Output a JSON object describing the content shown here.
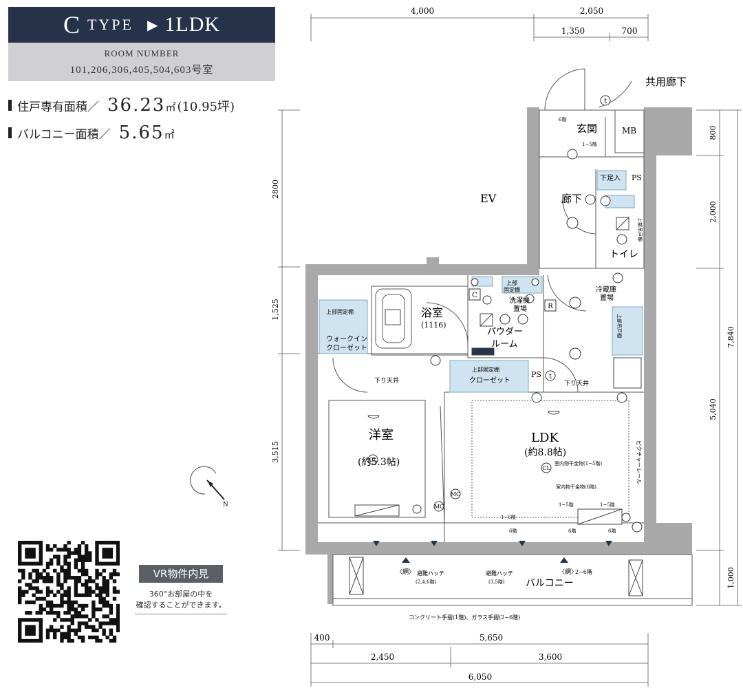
{
  "header": {
    "type_letter": "C",
    "type_word": "TYPE",
    "arrow": "▶",
    "layout": "1LDK",
    "room_number_label": "ROOM NUMBER",
    "room_numbers": "101,206,306,405,504,603号室"
  },
  "areas": {
    "private_label": "住戸専有面積／",
    "private_value": "36.23",
    "private_unit": "㎡",
    "private_tsubo": "(10.95坪)",
    "balcony_label": "バルコニー面積／",
    "balcony_value": "5.65",
    "balcony_unit": "㎡"
  },
  "vr": {
    "label": "VR物件内見",
    "desc_line1": "360°お部屋の中を",
    "desc_line2": "確認することができます。"
  },
  "dimensions": {
    "top_total_left": "4,000",
    "top_total_right": "2,050",
    "top_sub_1": "1,350",
    "top_sub_2": "700",
    "left_1": "2800",
    "left_2": "1,525",
    "left_3": "3,515",
    "right_1": "800",
    "right_2": "2,000",
    "right_3": "5,040",
    "right_4": "1,000",
    "right_total": "7,840",
    "bottom_1a": "400",
    "bottom_1b": "5,650",
    "bottom_2a": "2,450",
    "bottom_2b": "3,600",
    "bottom_total": "6,050"
  },
  "rooms": {
    "corridor": "共用廊下",
    "ev": "EV",
    "entrance": "玄関",
    "mb": "MB",
    "shoes": "下足入",
    "ps": "PS",
    "hall": "廊下",
    "toilet": "トイレ",
    "upper_cab_v": "上部吊戸棚",
    "fridge_1": "冷蔵庫",
    "fridge_2": "置場",
    "bath": "浴室",
    "bath_size": "(1116)",
    "powder_1": "パウダー",
    "powder_2": "ルーム",
    "washer_1": "洗濯機",
    "washer_2": "置場",
    "upper_fixed_1": "上部",
    "upper_fixed_2": "固定棚",
    "wic_shelf": "上部固定棚",
    "wic_1": "ウォークイン",
    "wic_2": "クローゼット",
    "closet_shelf": "上部固定棚",
    "closet": "クローゼット",
    "ps2": "PS",
    "lowered_ceiling_1": "下り天井",
    "lowered_ceiling_2": "下り天井",
    "western": "洋室",
    "western_size": "(約5.3帖)",
    "ldk": "LDK",
    "ldk_size": "(約8.8帖)",
    "picture_rail": "ピクチャーレール",
    "indoor_dry_1": "室内物干金物(1~5階)",
    "indoor_dry_2": "室内物干金物(6階)",
    "floor_1_5": "1~5階",
    "floor_6": "6階",
    "floor_2_6": "2~6階",
    "net": "〈網〉",
    "hatch": "避難ハッチ",
    "hatch_1_floors": "(2,4,6階)",
    "hatch_2_floors": "(3,5階)",
    "balcony": "バルコニー",
    "handrail_note": "コンクリート手摺(1階)、ガラス手摺(2~6階)",
    "c_mark": "C",
    "r_mark": "R",
    "cl": "CL",
    "mc": "MC",
    "t": "t",
    "north": "N",
    "floor_6_small": "6階",
    "floor_1_5_small": "1~5階"
  }
}
